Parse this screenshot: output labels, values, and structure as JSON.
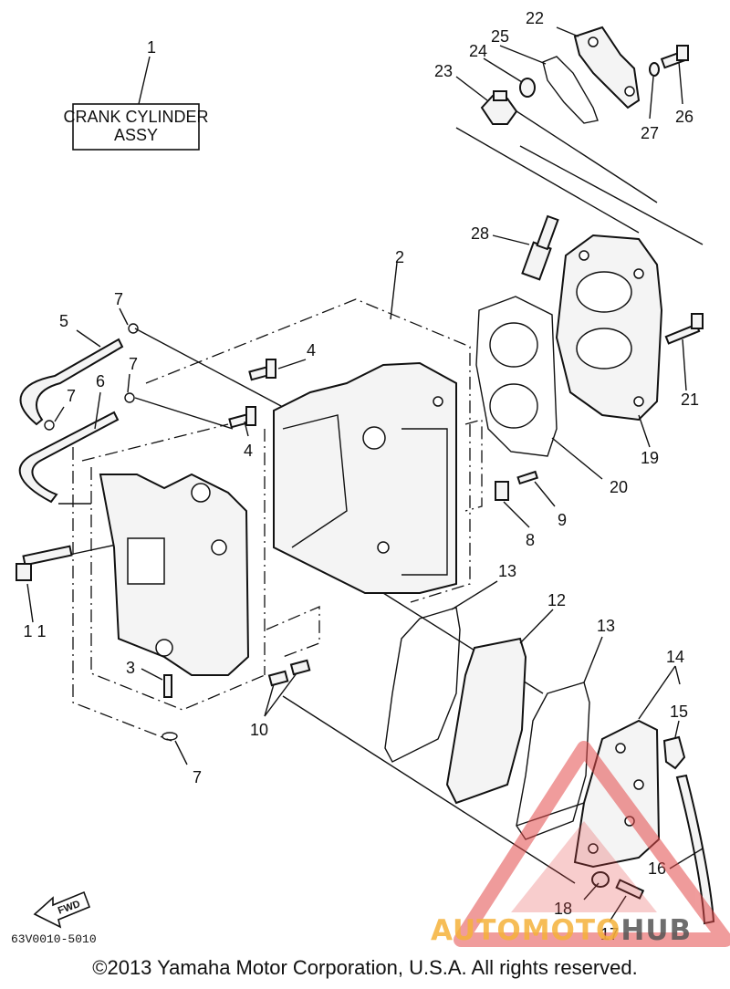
{
  "diagram": {
    "title_box": {
      "line1": "CRANK CYLINDER",
      "line2": "ASSY"
    },
    "fwd_label": "FWD",
    "callouts": {
      "c1": "1",
      "c2": "2",
      "c3": "3",
      "c4a": "4",
      "c4b": "4",
      "c5": "5",
      "c6": "6",
      "c7a": "7",
      "c7b": "7",
      "c7c": "7",
      "c7d": "7",
      "c8": "8",
      "c9": "9",
      "c10": "10",
      "c11": "1 1",
      "c12": "12",
      "c13a": "13",
      "c13b": "13",
      "c14": "14",
      "c15": "15",
      "c16": "16",
      "c17": "17",
      "c18": "18",
      "c19": "19",
      "c20": "20",
      "c21": "21",
      "c22": "22",
      "c23": "23",
      "c24": "24",
      "c25": "25",
      "c26": "26",
      "c27": "27",
      "c28": "28"
    }
  },
  "doc_number": "63V0010-5010",
  "copyright": "©2013 Yamaha Motor Corporation, U.S.A. All rights reserved.",
  "watermark": {
    "text_main": "AUTOMOTO",
    "text_hub": "HUB",
    "color_main": "#f5b23a",
    "color_triangle": "#e34a4a"
  }
}
